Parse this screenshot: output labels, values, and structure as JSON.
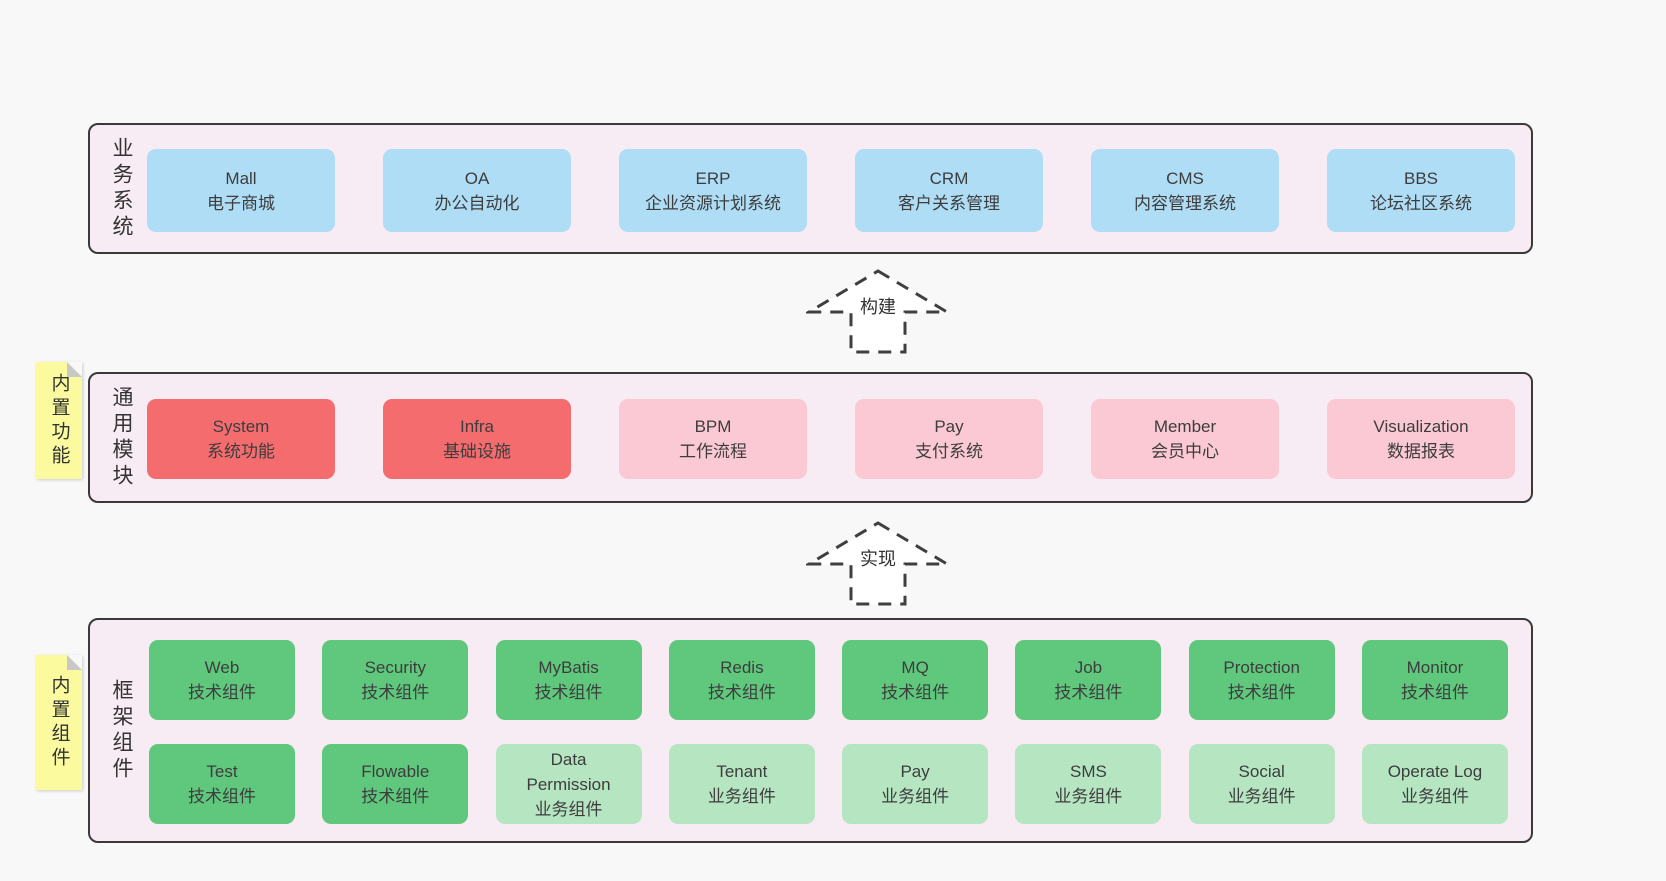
{
  "colors": {
    "page_bg": "#f8f8f8",
    "layer_bg": "#f8ecf4",
    "layer_border": "#3a3a3a",
    "blue": "#aeddf5",
    "red": "#f56c6f",
    "pink": "#fbc9d3",
    "green": "#5fc87d",
    "green_light": "#b6e5c1",
    "note_bg": "#fbfa9e",
    "note_fold": "#c8c8c8",
    "text": "#3d3d3d"
  },
  "arrows": [
    {
      "label": "构建"
    },
    {
      "label": "实现"
    }
  ],
  "notes": [
    {
      "label": "内置功能"
    },
    {
      "label": "内置组件"
    }
  ],
  "layers": [
    {
      "label": "业务系统",
      "boxes": [
        {
          "name": "Mall",
          "subtitle": "电子商城"
        },
        {
          "name": "OA",
          "subtitle": "办公自动化"
        },
        {
          "name": "ERP",
          "subtitle": "企业资源计划系统"
        },
        {
          "name": "CRM",
          "subtitle": "客户关系管理"
        },
        {
          "name": "CMS",
          "subtitle": "内容管理系统"
        },
        {
          "name": "BBS",
          "subtitle": "论坛社区系统"
        }
      ]
    },
    {
      "label": "通用模块",
      "boxes": [
        {
          "name": "System",
          "subtitle": "系统功能"
        },
        {
          "name": "Infra",
          "subtitle": "基础设施"
        },
        {
          "name": "BPM",
          "subtitle": "工作流程"
        },
        {
          "name": "Pay",
          "subtitle": "支付系统"
        },
        {
          "name": "Member",
          "subtitle": "会员中心"
        },
        {
          "name": "Visualization",
          "subtitle": "数据报表"
        }
      ]
    },
    {
      "label": "框架组件",
      "rows": [
        [
          {
            "name": "Web",
            "subtitle": "技术组件"
          },
          {
            "name": "Security",
            "subtitle": "技术组件"
          },
          {
            "name": "MyBatis",
            "subtitle": "技术组件"
          },
          {
            "name": "Redis",
            "subtitle": "技术组件"
          },
          {
            "name": "MQ",
            "subtitle": "技术组件"
          },
          {
            "name": "Job",
            "subtitle": "技术组件"
          },
          {
            "name": "Protection",
            "subtitle": "技术组件"
          },
          {
            "name": "Monitor",
            "subtitle": "技术组件"
          }
        ],
        [
          {
            "name": "Test",
            "subtitle": "技术组件"
          },
          {
            "name": "Flowable",
            "subtitle": "技术组件"
          },
          {
            "name": "Data Permission",
            "subtitle": "业务组件"
          },
          {
            "name": "Tenant",
            "subtitle": "业务组件"
          },
          {
            "name": "Pay",
            "subtitle": "业务组件"
          },
          {
            "name": "SMS",
            "subtitle": "业务组件"
          },
          {
            "name": "Social",
            "subtitle": "业务组件"
          },
          {
            "name": "Operate Log",
            "subtitle": "业务组件"
          }
        ]
      ]
    }
  ]
}
